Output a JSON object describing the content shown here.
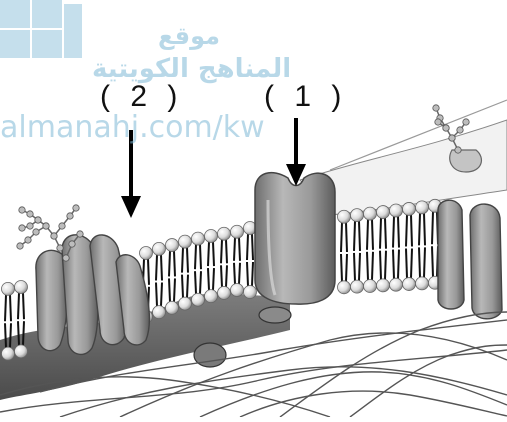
{
  "watermark": {
    "arabic_line1": "موقع",
    "arabic_line2": "المناهج الكويتية",
    "url": "almanahj.com/kw"
  },
  "labels": {
    "label_1": "( 1 )",
    "label_2": "( 2 )"
  },
  "colors": {
    "watermark": "#7fb9d6",
    "membrane_head": "#ffffff",
    "protein": "#9a9a9a",
    "fiber": "#555555",
    "arrow": "#000000"
  }
}
